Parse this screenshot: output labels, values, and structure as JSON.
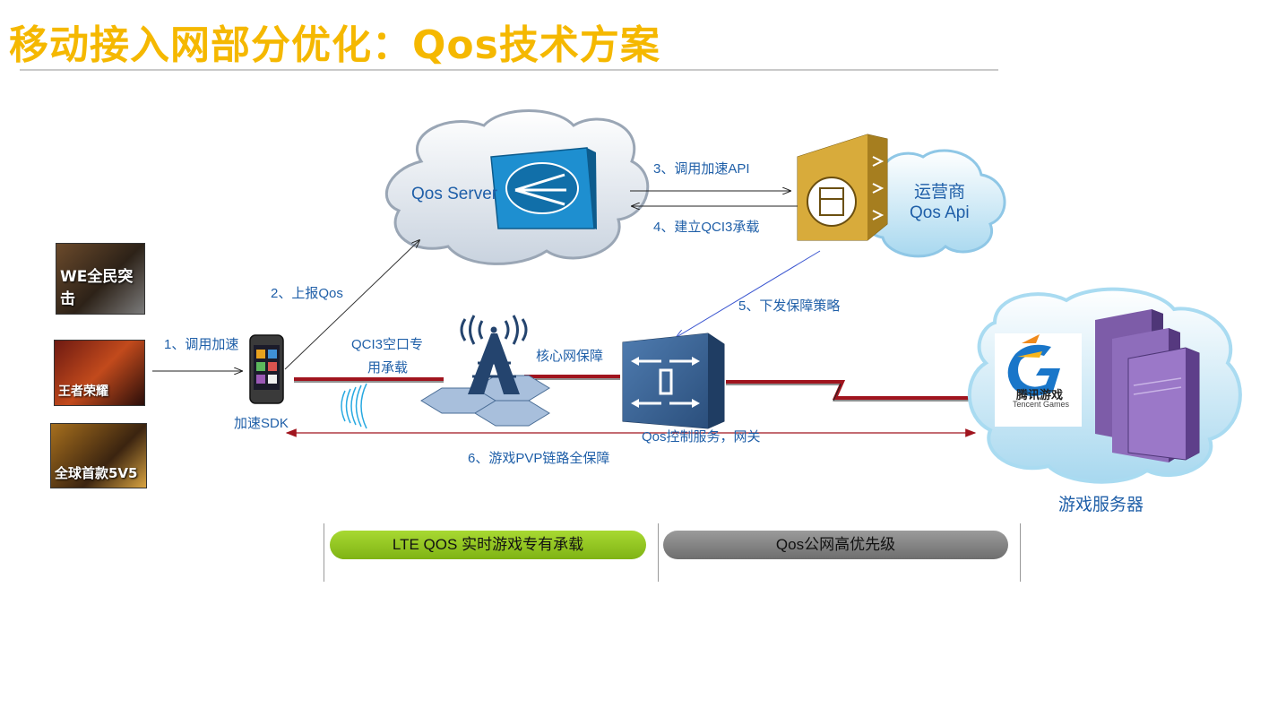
{
  "title": "移动接入网部分优化：Qos技术方案",
  "nodes": {
    "qos_server": "Qos Server",
    "operator_line1": "运营商",
    "operator_line2": "Qos Api",
    "sdk": "加速SDK",
    "control": "Qos控制服务，网关",
    "game_server": "游戏服务器",
    "air_line1": "QCI3空口专",
    "air_line2": "用承载",
    "core": "核心网保障",
    "tencent_line1": "腾讯游戏",
    "tencent_line2": "Tencent Games"
  },
  "steps": {
    "s1": "1、调用加速",
    "s2": "2、上报Qos",
    "s3": "3、调用加速API",
    "s4": "4、建立QCI3承载",
    "s5": "5、下发保障策略",
    "s6": "6、游戏PVP链路全保障"
  },
  "pills": {
    "lte": "LTE  QOS 实时游戏专有承载",
    "public": "Qos公网高优先级"
  },
  "games": {
    "g1": "WE全民突击",
    "g2": "王者荣耀",
    "g3": "全球首款5V5"
  },
  "colors": {
    "title": "#f5b800",
    "label": "#1f5fa8",
    "link_red": "#a0141e",
    "pill_green": "#8fc31f",
    "pill_gray": "#7f7f7f"
  }
}
